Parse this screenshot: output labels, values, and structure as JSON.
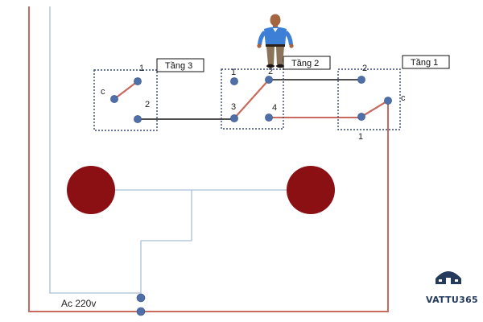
{
  "floors": {
    "floor3": {
      "title": "Tầng 3",
      "terminal_common": "c",
      "terminal_1": "1",
      "terminal_2": "2"
    },
    "floor2": {
      "title": "Tầng 2",
      "terminal_1": "1",
      "terminal_2": "2",
      "terminal_3": "3",
      "terminal_4": "4"
    },
    "floor1": {
      "title": "Tầng 1",
      "terminal_common": "c",
      "terminal_1": "1",
      "terminal_2": "2"
    }
  },
  "supply": {
    "label": "Ac  220v"
  },
  "brand": {
    "name": "VATTU365",
    "icon": "house-logo-icon"
  },
  "icons": {
    "person": "person-icon",
    "lamp": "lamp-icon"
  },
  "colors": {
    "live_wire": "#c96a5e",
    "traveler_wire": "#151515",
    "neutral_wire": "#a9bfd6",
    "terminal": "#4f6fa8",
    "lamp": "#8b1014",
    "box_border": "#3a4a78",
    "brand": "#233a5c"
  }
}
